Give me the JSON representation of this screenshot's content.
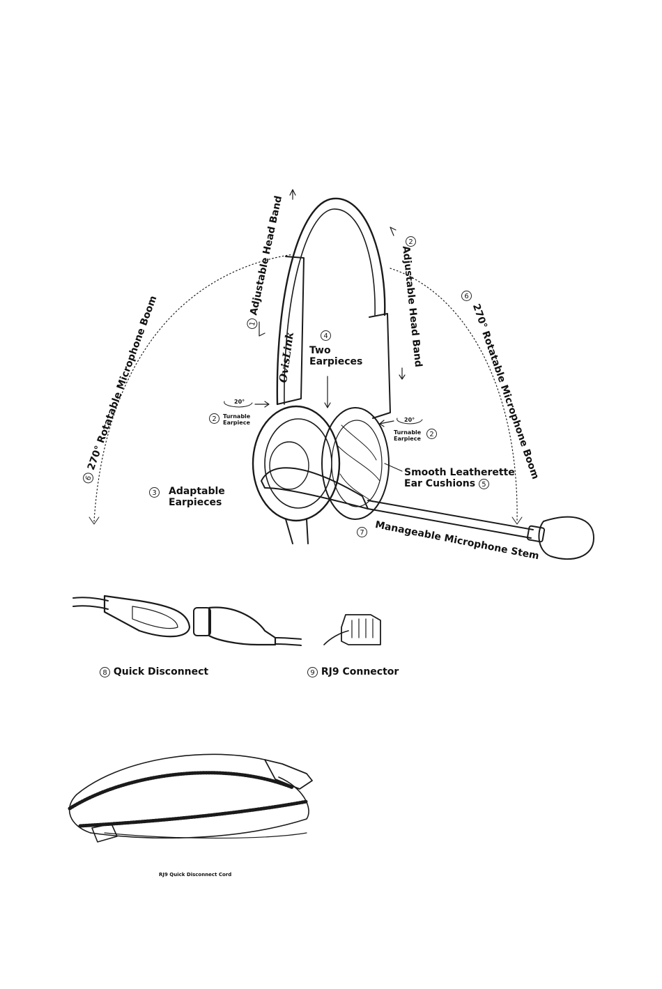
{
  "labels": {
    "head_band_left": "Adjustable Head Band",
    "head_band_right": "Adjustable Head Band",
    "boom_left": "270° Rotatable Microphone Boom",
    "boom_right": "270° Rotatable Microphone Boom",
    "two_earpieces": "Two\nEarpieces",
    "turnable_earpiece_left": "Turnable\nEarpiece",
    "turnable_earpiece_right": "Turnable\nEarpiece",
    "angle_left": "20°",
    "angle_right": "20°",
    "adaptable_earpieces": "Adaptable\nEarpieces",
    "ear_cushions_line1": "Smooth Leatherette",
    "ear_cushions_line2": "Ear Cushions",
    "mic_stem": "Manageable Microphone Stem",
    "quick_disconnect": "Quick Disconnect",
    "rj9_connector": "RJ9 Connector",
    "cord_caption": "RJ9 Quick Disconnect Cord",
    "brand": "OvisLink"
  },
  "numbers": {
    "head_band_left": "1",
    "head_band_right": "2",
    "boom_left": "6",
    "boom_right": "6",
    "two_earpieces": "4",
    "turnable_left": "2",
    "turnable_right": "2",
    "adaptable": "3",
    "cushions": "5",
    "mic_stem": "7",
    "quick_disconnect": "8",
    "rj9": "9"
  }
}
